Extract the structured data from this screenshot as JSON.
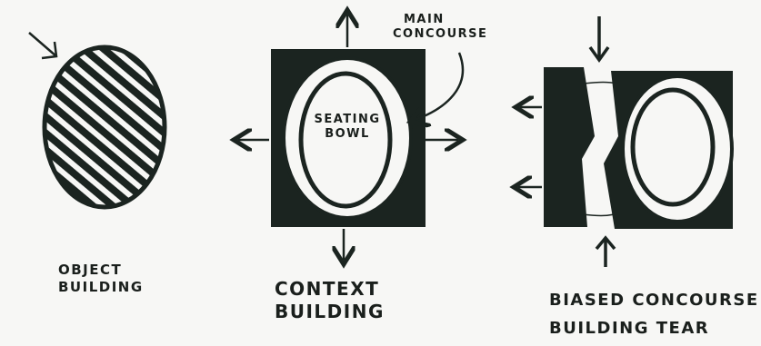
{
  "diagram": {
    "ink_color": "#1b2420",
    "paper_color": "#f7f7f5",
    "panels": [
      {
        "id": "object-building",
        "caption_lines": [
          "OBJECT",
          "BUILDING"
        ]
      },
      {
        "id": "context-building",
        "caption_lines": [
          "CONTEXT",
          "BUILDING"
        ],
        "inner_label_lines": [
          "SEATING",
          "BOWL"
        ],
        "callout_lines": [
          "MAIN",
          "CONCOURSE"
        ]
      },
      {
        "id": "biased-concourse",
        "caption_lines": [
          "BIASED CONCOURSE",
          "BUILDING TEAR"
        ]
      }
    ]
  }
}
